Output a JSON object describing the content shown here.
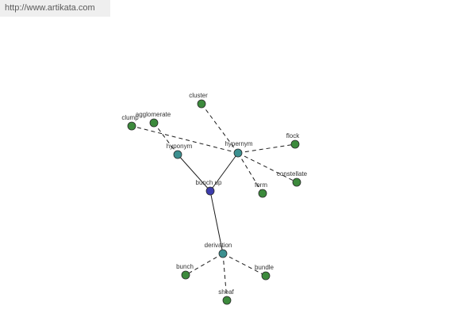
{
  "watermark": {
    "text": "http://www.artikata.com"
  },
  "colors": {
    "center": "#3c3cac",
    "relation": "#3c9090",
    "leaf": "#3c8a3c",
    "edge": "#1a1a1a",
    "label": "#333333"
  },
  "graph": {
    "nodes": [
      {
        "id": "bunch-up",
        "label": "bunch up",
        "kind": "center"
      },
      {
        "id": "hyponym",
        "label": "hyponym",
        "kind": "relation"
      },
      {
        "id": "hypernym",
        "label": "hypernym",
        "kind": "relation"
      },
      {
        "id": "derivation",
        "label": "derivation",
        "kind": "relation"
      },
      {
        "id": "clump",
        "label": "clump",
        "kind": "leaf"
      },
      {
        "id": "agglomerate",
        "label": "agglomerate",
        "kind": "leaf"
      },
      {
        "id": "cluster",
        "label": "cluster",
        "kind": "leaf"
      },
      {
        "id": "flock",
        "label": "flock",
        "kind": "leaf"
      },
      {
        "id": "constellate",
        "label": "constellate",
        "kind": "leaf"
      },
      {
        "id": "form",
        "label": "form",
        "kind": "leaf"
      },
      {
        "id": "bunch",
        "label": "bunch",
        "kind": "leaf"
      },
      {
        "id": "bundle",
        "label": "bundle",
        "kind": "leaf"
      },
      {
        "id": "sheaf",
        "label": "sheaf",
        "kind": "leaf"
      }
    ],
    "edges": [
      {
        "from": "bunch-up",
        "to": "hyponym",
        "style": "solid"
      },
      {
        "from": "bunch-up",
        "to": "hypernym",
        "style": "solid"
      },
      {
        "from": "bunch-up",
        "to": "derivation",
        "style": "solid"
      },
      {
        "from": "hyponym",
        "to": "agglomerate",
        "style": "dashed"
      },
      {
        "from": "hypernym",
        "to": "clump",
        "style": "dashed"
      },
      {
        "from": "hypernym",
        "to": "cluster",
        "style": "dashed"
      },
      {
        "from": "hypernym",
        "to": "flock",
        "style": "dashed"
      },
      {
        "from": "hypernym",
        "to": "constellate",
        "style": "dashed"
      },
      {
        "from": "hypernym",
        "to": "form",
        "style": "dashed"
      },
      {
        "from": "derivation",
        "to": "bunch",
        "style": "dashed"
      },
      {
        "from": "derivation",
        "to": "bundle",
        "style": "dashed"
      },
      {
        "from": "derivation",
        "to": "sheaf",
        "style": "dashed"
      }
    ]
  }
}
